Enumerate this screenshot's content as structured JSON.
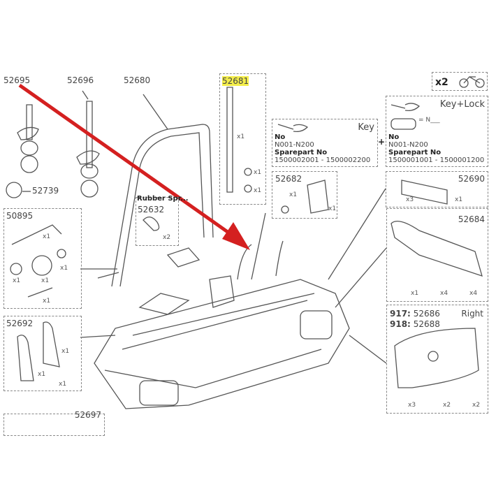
{
  "parts": {
    "p52695": "52695",
    "p52696": "52696",
    "p52680": "52680",
    "p52681": "52681",
    "p52739": "52739",
    "p52682": "52682",
    "p52690": "52690",
    "p52684": "52684",
    "p50895": "50895",
    "p52692": "52692",
    "p52632": "52632",
    "p52697": "52697",
    "rubber_spring": "Rubber Spr...",
    "right_917": "917:",
    "right_917_no": "52686",
    "right_918": "918:",
    "right_918_no": "52688",
    "right_label": "Right"
  },
  "bike_count": "x2",
  "key": {
    "title": "Key",
    "no_label": "No",
    "no_range": "N001-N200",
    "sparepart_label": "Sparepart No",
    "sparepart_range": "1500002001 - 1500002200"
  },
  "key_lock": {
    "title": "Key+Lock",
    "eq": "= N___",
    "no_label": "No",
    "no_range": "N001-N200",
    "sparepart_label": "Sparepart No",
    "sparepart_range": "1500001001 - 1500001200"
  },
  "plus": "+",
  "qty": {
    "x1": "x1",
    "x2": "x2",
    "x3": "x3",
    "x4": "x4"
  },
  "colors": {
    "arrow": "#d42020",
    "highlight": "#f4ee4a",
    "line": "#555555"
  }
}
